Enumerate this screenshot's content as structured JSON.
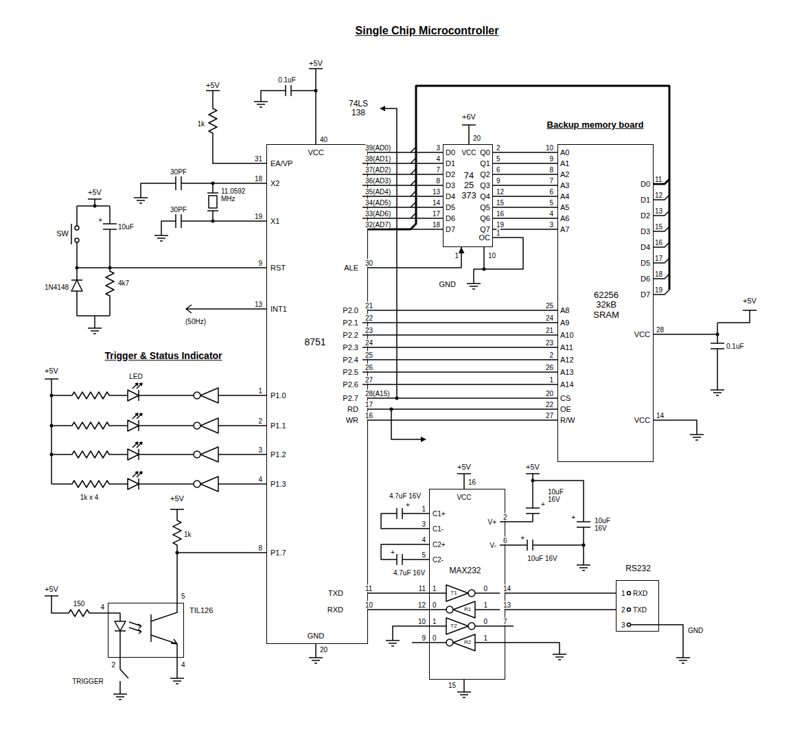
{
  "diagram": {
    "title": "Single Chip Microcontroller",
    "nodes": [
      {
        "text": [
          "8751"
        ]
      },
      {
        "text": [
          "74 25 373"
        ]
      },
      {
        "text": [
          "62256 32kB SRAM"
        ]
      },
      {
        "text": [
          "MAX232"
        ]
      },
      {
        "text": [
          "RS232"
        ]
      },
      {
        "text": [
          "TIL126"
        ]
      }
    ],
    "edges": [
      {
        "from": 0,
        "to": 1,
        "arrow": "none"
      },
      {
        "from": 0,
        "to": 1,
        "arrow": "to"
      },
      {
        "from": 1,
        "to": 2,
        "arrow": "none"
      },
      {
        "from": 0,
        "to": 2,
        "arrow": "none"
      },
      {
        "from": 0,
        "to": 2,
        "arrow": "none"
      },
      {
        "from": 0,
        "to": 2,
        "arrow": "none"
      },
      {
        "from": 0,
        "to": 2,
        "arrow": "none"
      },
      {
        "from": 0,
        "to": 2,
        "arrow": "none"
      },
      {
        "from": 0,
        "to": 3,
        "arrow": "none"
      },
      {
        "from": 3,
        "to": 0,
        "arrow": "none"
      },
      {
        "from": 3,
        "to": 4,
        "arrow": "none"
      },
      {
        "from": 4,
        "to": 3,
        "arrow": "none"
      },
      {
        "from": 5,
        "to": 0,
        "arrow": "none"
      }
    ],
    "labels": [
      "Backup memory board",
      "Trigger & Status Indicator",
      "74LS 138",
      "+5V",
      "0.1uF",
      "40",
      "VCC",
      "+5V",
      "1k",
      "31",
      "EA/VP",
      "18",
      "X2",
      "19",
      "X1",
      "9",
      "RST",
      "13",
      "INT1",
      "1",
      "P1.0",
      "2",
      "P1.1",
      "3",
      "P1.2",
      "4",
      "P1.3",
      "8",
      "P1.7",
      "39(AD0)",
      "38(AD1)",
      "37(AD2)",
      "36(AD3)",
      "35(AD4)",
      "34(AD5)",
      "33(AD6)",
      "32(AD7)",
      "ALE",
      "30",
      "P2.0",
      "P2.1",
      "P2.2",
      "P2.3",
      "P2.4",
      "P2.5",
      "P2.6",
      "21",
      "22",
      "23",
      "24",
      "25",
      "26",
      "27",
      "P2.7",
      "28(A15)",
      "RD",
      "17",
      "WR",
      "16",
      "TXD",
      "11",
      "RXD",
      "10",
      "GND",
      "20",
      "+6V",
      "20",
      "VCC",
      "3",
      "4",
      "7",
      "8",
      "13",
      "14",
      "17",
      "18",
      "D0",
      "D1",
      "D2",
      "D3",
      "D4",
      "D5",
      "D6",
      "D7",
      "Q0",
      "Q1",
      "Q2",
      "Q3",
      "Q4",
      "Q5",
      "Q6",
      "Q7",
      "2",
      "5",
      "6",
      "9",
      "12",
      "15",
      "16",
      "19",
      "OC",
      "1",
      "1",
      "10",
      "GND",
      "10",
      "9",
      "8",
      "7",
      "6",
      "5",
      "4",
      "3",
      "A0",
      "A1",
      "A2",
      "A3",
      "A4",
      "A5",
      "A6",
      "A7",
      "25",
      "24",
      "21",
      "23",
      "2",
      "26",
      "1",
      "A8",
      "A9",
      "A10",
      "A11",
      "A12",
      "A13",
      "A14",
      "20",
      "CS",
      "22",
      "OE",
      "27",
      "R/W",
      "D0",
      "D1",
      "D2",
      "D3",
      "D4",
      "D5",
      "D6",
      "D7",
      "11",
      "12",
      "13",
      "15",
      "16",
      "17",
      "18",
      "19",
      "VCC",
      "28",
      "VCC",
      "14",
      "+5V",
      "0.1uF",
      "+5V",
      "16",
      "VCC",
      "1",
      "C1+",
      "3",
      "C1-",
      "4",
      "C2+",
      "5",
      "C2-",
      "V+",
      "2",
      "V-",
      "6",
      "4.7uF 16V",
      "+",
      "4.7uF 16V",
      "+",
      "+5V",
      "10uF 16V",
      "+",
      "10uF 16V",
      "+",
      "10uF 16V",
      "+",
      "11",
      "1",
      "T1",
      "0",
      "14",
      "12",
      "0",
      "R1",
      "1",
      "13",
      "10",
      "1",
      "T2",
      "0",
      "7",
      "9",
      "0",
      "R2",
      "1",
      "15",
      "1",
      "RXD",
      "2",
      "TXD",
      "3",
      "GND",
      "+5V",
      "SW",
      "+",
      "10uF",
      "1N4148",
      "4k7",
      "30PF",
      "30PF",
      "11.0592 MHz",
      "(50Hz)",
      "+5V",
      "LED",
      "1k x 4",
      "+5V",
      "150",
      "4",
      "2",
      "5",
      "4",
      "+5V",
      "1k",
      "TRIGGER"
    ]
  }
}
